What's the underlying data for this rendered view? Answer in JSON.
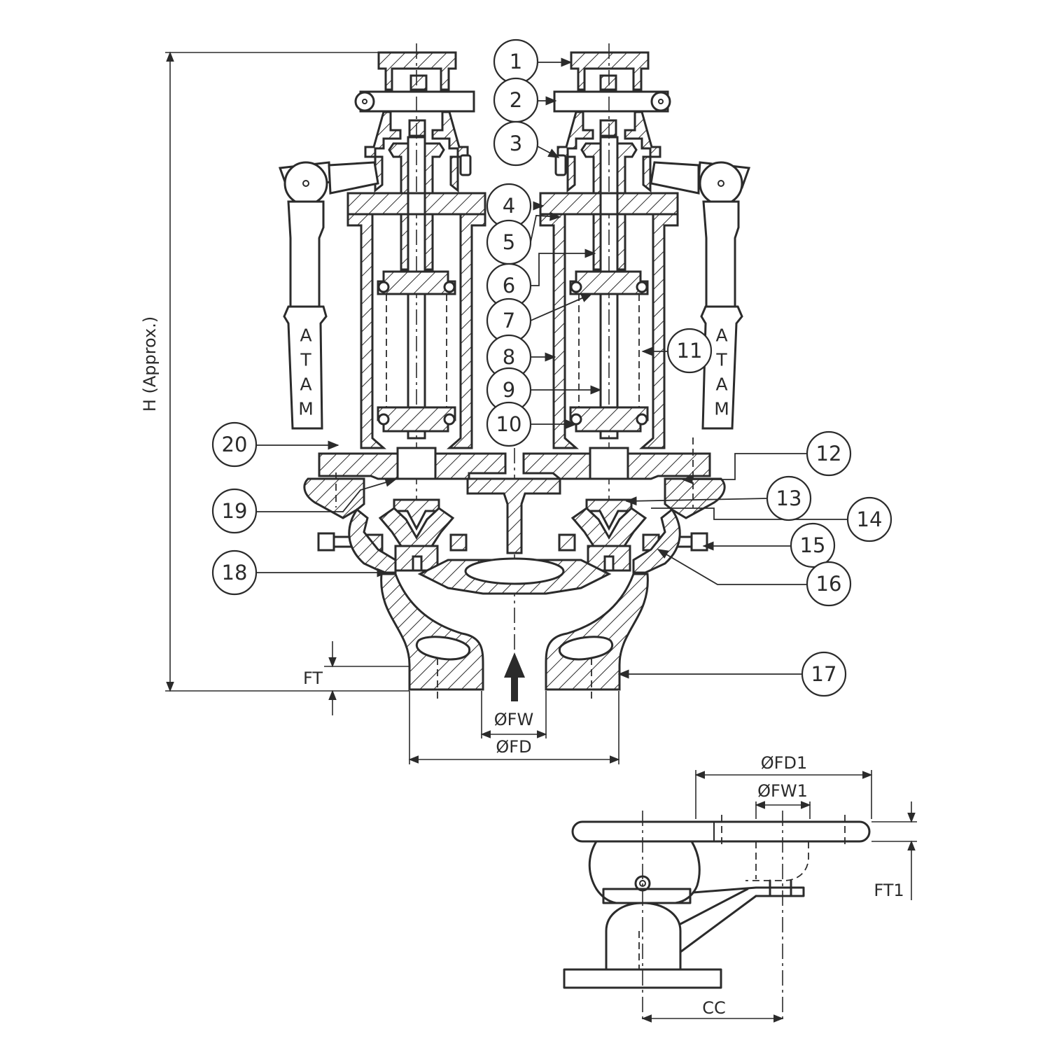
{
  "callouts": [
    "1",
    "2",
    "3",
    "4",
    "5",
    "6",
    "7",
    "8",
    "9",
    "10",
    "11",
    "12",
    "13",
    "14",
    "15",
    "16",
    "17",
    "18",
    "19",
    "20"
  ],
  "dimensions": {
    "height": "H (Approx.)",
    "flange_thickness": "FT",
    "flange_bore": "ØFW",
    "flange_diameter": "ØFD",
    "outlet_flange_diameter": "ØFD1",
    "outlet_flange_bore": "ØFW1",
    "outlet_flange_thickness": "FT1",
    "center_distance": "CC"
  },
  "handle_mark_left": [
    "A",
    "T",
    "A",
    "M"
  ],
  "handle_mark_right": [
    "A",
    "T",
    "A",
    "M"
  ]
}
